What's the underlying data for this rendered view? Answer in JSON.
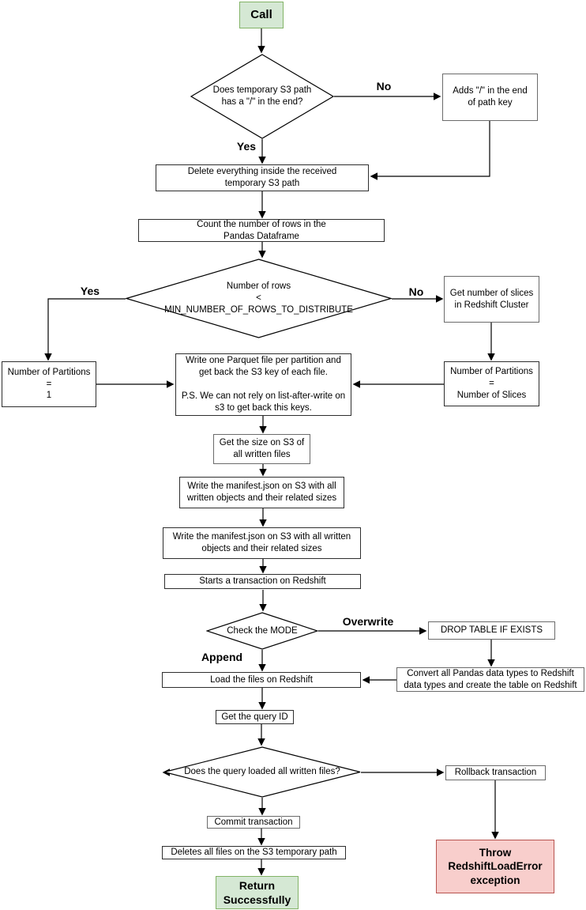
{
  "colors": {
    "success_fill": "#d5e8d4",
    "success_border": "#82b366",
    "error_fill": "#f8cecc",
    "error_border": "#b85450",
    "box_fill": "#ffffff",
    "line": "#000000"
  },
  "nodes": {
    "call": "Call",
    "check_slash": "Does temporary S3 path\nhas a \"/\" in the end?",
    "adds_slash": "Adds \"/\" in the end\nof path key",
    "delete_temp": "Delete everything inside the received\ntemporary S3 path",
    "count_rows": "Count the number of rows in the\nPandas Dataframe",
    "check_min_rows": "Number of rows\n<\nMIN_NUMBER_OF_ROWS_TO_DISTRIBUTE",
    "partitions_one": "Number of Partitions\n=\n1",
    "get_slices": "Get number of slices\nin Redshift Cluster",
    "partitions_slices": "Number of Partitions\n=\nNumber of Slices",
    "write_parquet": "Write one Parquet file per partition and\nget back the S3 key of each file.\n\nP.S. We can not rely on list-after-write on\ns3 to get back this keys.",
    "get_size": "Get the size on S3 of\nall written files",
    "write_manifest_1": "Write the manifest.json on S3 with all\nwritten objects and their related sizes",
    "write_manifest_2": "Write the manifest.json on S3 with all written\nobjects and their related sizes",
    "start_transaction": "Starts a transaction on Redshift",
    "check_mode": "Check the MODE",
    "drop_table": "DROP TABLE IF EXISTS",
    "convert_types": "Convert all Pandas data types to Redshift\ndata types and create the table on Redshift",
    "load_files": "Load the files on Redshift",
    "get_query_id": "Get the query ID",
    "check_query": "Does the query loaded all written files?",
    "rollback": "Rollback transaction",
    "commit": "Commit transaction",
    "delete_files": "Deletes all files on the S3 temporary path",
    "return_success": "Return\nSuccessfully",
    "throw_error": "Throw\nRedshiftLoadError\nexception"
  },
  "edge_labels": {
    "slash_no": "No",
    "slash_yes": "Yes",
    "rows_yes": "Yes",
    "rows_no": "No",
    "mode_overwrite": "Overwrite",
    "mode_append": "Append"
  }
}
